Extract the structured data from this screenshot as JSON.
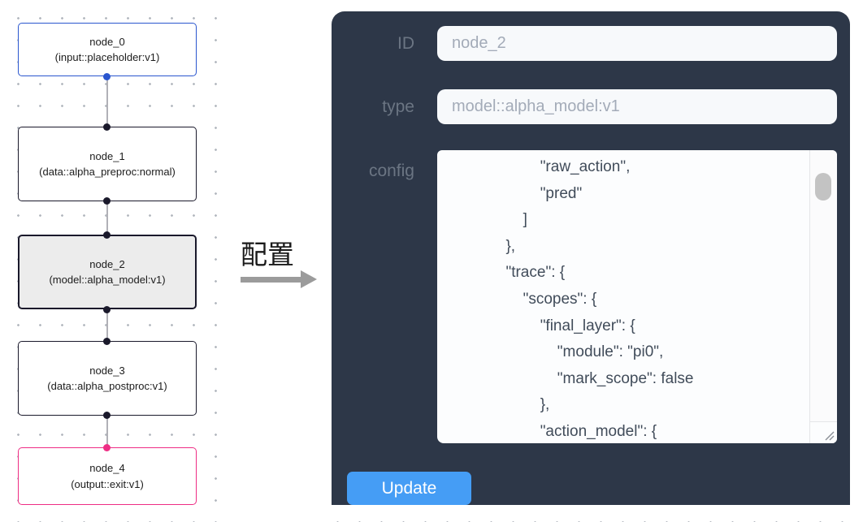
{
  "flow": {
    "nodes": [
      {
        "name": "node_0",
        "type_label": "(input::placeholder:v1)",
        "kind": "input"
      },
      {
        "name": "node_1",
        "type_label": "(data::alpha_preproc:normal)",
        "kind": "default"
      },
      {
        "name": "node_2",
        "type_label": "(model::alpha_model:v1)",
        "kind": "default",
        "selected": true
      },
      {
        "name": "node_3",
        "type_label": "(data::alpha_postproc:v1)",
        "kind": "default"
      },
      {
        "name": "node_4",
        "type_label": "(output::exit:v1)",
        "kind": "output"
      }
    ]
  },
  "annotation": {
    "label": "配置"
  },
  "panel": {
    "fields": [
      {
        "label": "ID",
        "value": "node_2"
      },
      {
        "label": "type",
        "value": "model::alpha_model:v1"
      }
    ],
    "config": {
      "label": "config",
      "content": "                        \"raw_action\",\n                        \"pred\"\n                    ]\n                },\n                \"trace\": {\n                    \"scopes\": {\n                        \"final_layer\": {\n                            \"module\": \"pi0\",\n                            \"mark_scope\": false\n                        },\n                        \"action_model\": {"
    },
    "update_button": {
      "label": "Update"
    }
  },
  "colors": {
    "panel_bg": "#2d3748",
    "input_bg": "#f7f9fb",
    "input_text": "#a3abb8",
    "label_text": "#6b7583",
    "config_text": "#414c5a",
    "button_bg": "#459df5",
    "button_text": "#ffffff",
    "input_node_accent": "#2a56cf",
    "default_node_accent": "#1a192b",
    "output_node_accent": "#ee2d84",
    "selected_node_bg": "#ececec",
    "edge_color": "#b1b1b7",
    "dot_grid": "#b4b9c0",
    "arrow": "#9b9b9b"
  }
}
